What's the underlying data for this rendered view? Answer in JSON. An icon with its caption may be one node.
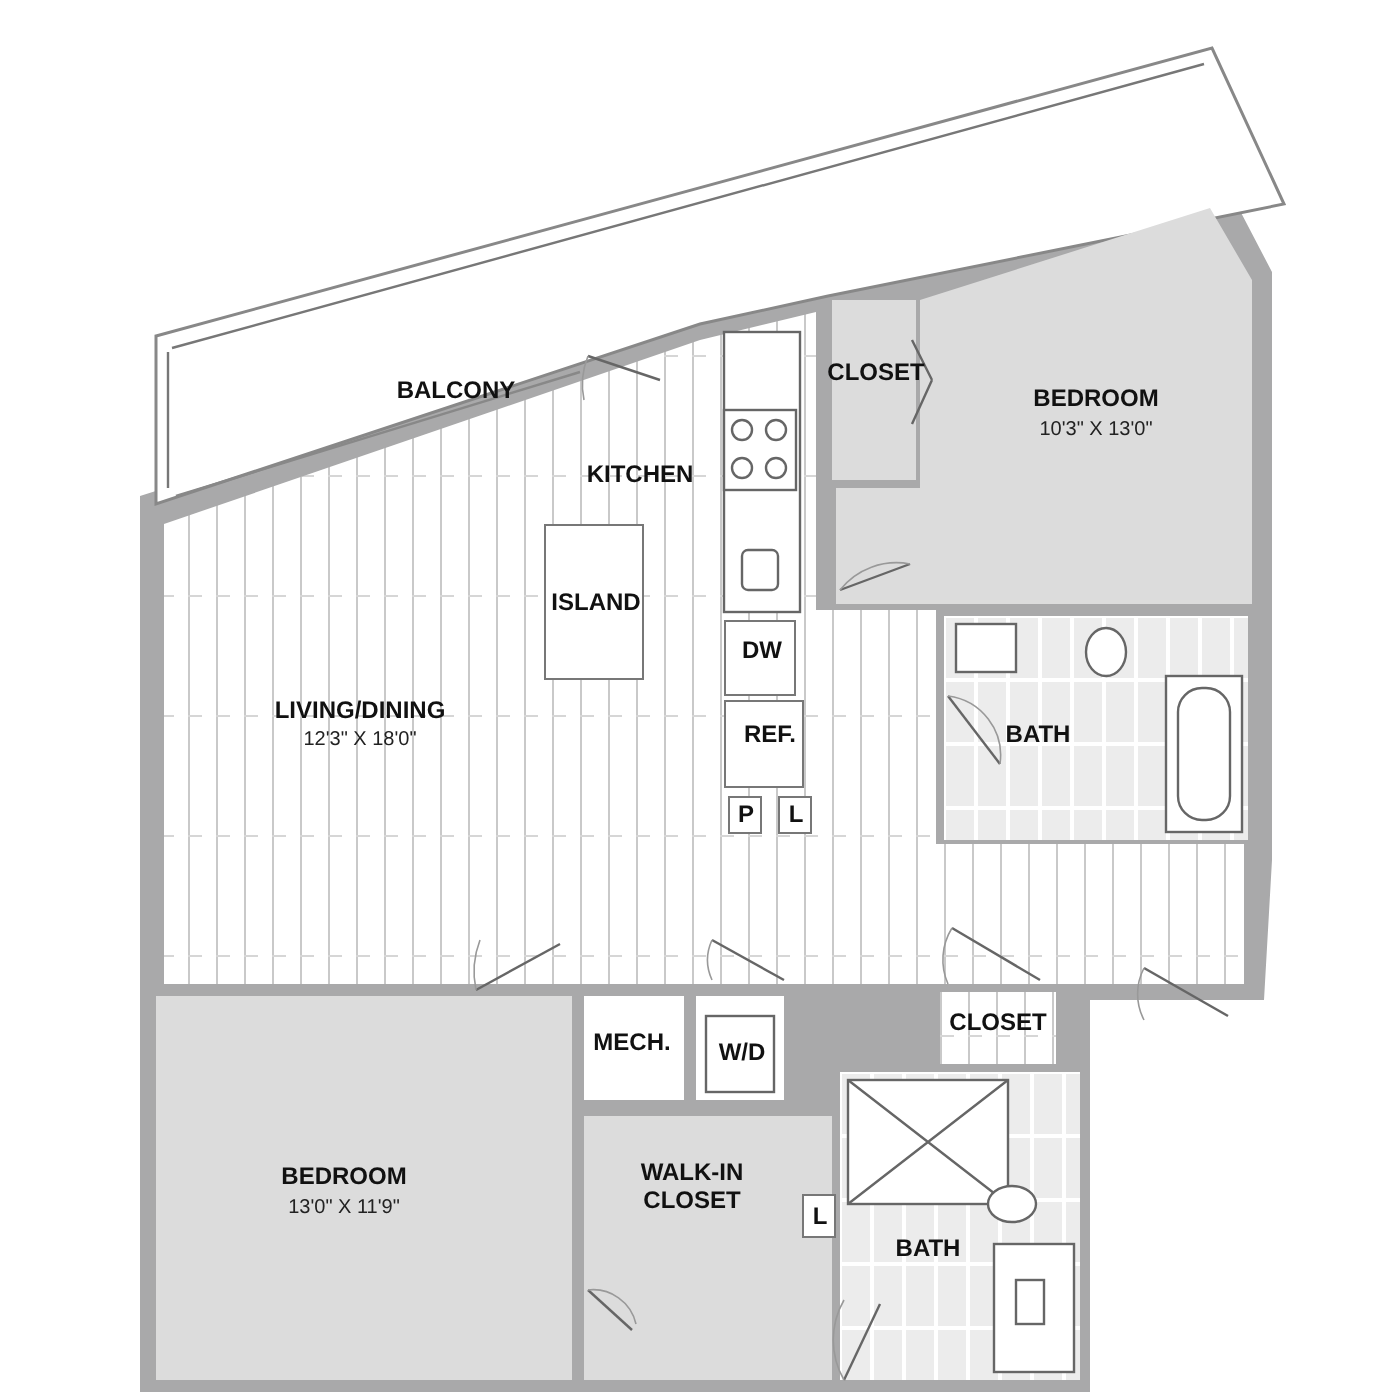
{
  "diagram": {
    "nodes": [
      {
        "text": [
          "BALCONY"
        ]
      },
      {
        "text": [
          "CLOSET"
        ]
      },
      {
        "text": [
          "KITCHEN"
        ],
        "in": 6
      },
      {
        "text": [
          "BEDROOM",
          "10'3\" X 13'0\""
        ]
      },
      {
        "text": [
          "ISLAND"
        ],
        "in": 6
      },
      {
        "text": [
          "DW"
        ],
        "in": 6
      },
      {
        "text": [
          "LIVING/DINING",
          "12'3\" X 18'0\""
        ]
      },
      {
        "text": [
          "REF."
        ],
        "in": 6
      },
      {
        "text": [
          "BATH"
        ]
      },
      {
        "text": [
          "P"
        ],
        "in": 6
      },
      {
        "text": [
          "L"
        ],
        "in": 6
      },
      {
        "text": [
          "MECH."
        ]
      },
      {
        "text": [
          "W/D"
        ]
      },
      {
        "text": [
          "CLOSET"
        ]
      },
      {
        "text": [
          "BEDROOM",
          "13'0\" X 11'9\""
        ]
      },
      {
        "text": [
          "WALK-IN CLOSET"
        ]
      },
      {
        "text": [
          "L"
        ]
      },
      {
        "text": [
          "BATH"
        ]
      }
    ]
  }
}
